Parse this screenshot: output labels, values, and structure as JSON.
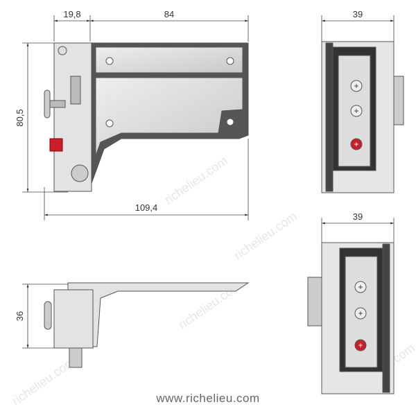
{
  "dimensions": {
    "front_top_left": "19,8",
    "front_top_right": "84",
    "front_height": "80,5",
    "front_width": "109,4",
    "rear_top_width": "39",
    "rear_bottom_width": "39",
    "side_height": "36"
  },
  "footer": {
    "url": "www.richelieu.com"
  },
  "watermark": "richelieu.com",
  "colors": {
    "body": "#d9d9d9",
    "dark": "#444444",
    "accent_red": "#c8202a"
  }
}
